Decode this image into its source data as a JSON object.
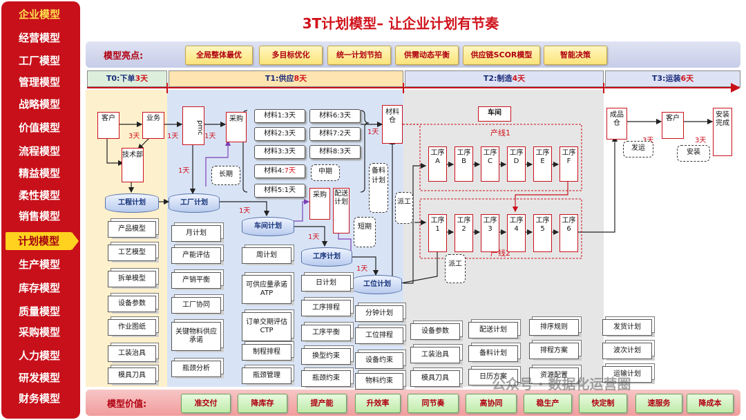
{
  "sidebar": {
    "items": [
      "企业模型",
      "经营模型",
      "工厂模型",
      "管理模型",
      "战略模型",
      "价值模型",
      "流程模型",
      "精益模型",
      "柔性模型",
      "销售模型",
      "计划模型",
      "生产模型",
      "库存模型",
      "质量模型",
      "采购模型",
      "人力模型",
      "研发模型",
      "财务模型"
    ],
    "active_index": 10
  },
  "title": "3T计划模型– 让企业计划有节奏",
  "highlights": {
    "label": "模型亮点:",
    "items": [
      "全局整体最优",
      "多目标优化",
      "统一计划节拍",
      "供需动态平衡",
      "供应链SCOR模型",
      "智能决策"
    ]
  },
  "value": {
    "label": "模型价值:",
    "items": [
      "准交付",
      "降库存",
      "提产能",
      "升效率",
      "同节奏",
      "高协同",
      "稳生产",
      "快定制",
      "速服务",
      "降成本"
    ]
  },
  "stages": [
    {
      "prefix": "T0:下单",
      "days": "3天"
    },
    {
      "prefix": "T1:供应",
      "days": "8天"
    },
    {
      "prefix": "T2:制造",
      "days": "4天"
    },
    {
      "prefix": "T3:运装",
      "days": "6天"
    }
  ],
  "flow": {
    "customer": "客户",
    "business": "业务",
    "pmc": "pmc",
    "purchase": "采购",
    "tech": "技术部",
    "material_store": "材料仓",
    "purchase2": "采购",
    "delivery_plan": "配送计划",
    "workshop": "车间",
    "line1": "产线1",
    "line2": "产线2",
    "line1_procs": [
      "工序A",
      "工序B",
      "工序C",
      "工序D",
      "工序E",
      "工序F"
    ],
    "line2_procs": [
      "工序1",
      "工序2",
      "工序3",
      "工序4",
      "工序5",
      "工序6"
    ],
    "finished_store": "成品仓",
    "customer2": "客户",
    "install_done": "安装完成",
    "day_labels": [
      "3天",
      "1天",
      "1天",
      "1天",
      "1天",
      "1天",
      "1天",
      "1天",
      "3天",
      "3天"
    ]
  },
  "materials": [
    {
      "name": "材料1:",
      "days": "3天"
    },
    {
      "name": "材料6:",
      "days": "3天"
    },
    {
      "name": "材料2:",
      "days": "3天"
    },
    {
      "name": "材料7:",
      "days": "2天"
    },
    {
      "name": "材料3:",
      "days": "3天"
    },
    {
      "name": "材料8:",
      "days": "3天"
    },
    {
      "name": "材料4:",
      "days": "7天"
    },
    {
      "name": "材料5:",
      "days": "1天"
    }
  ],
  "callouts": {
    "long": "长期",
    "mid": "中期",
    "short": "短期",
    "stock_plan": "备料计划",
    "dispatch1": "派工",
    "dispatch2": "派工",
    "ship": "发运",
    "install": "安装"
  },
  "plans": {
    "engineering": "工程计划",
    "factory": "工厂计划",
    "workshop": "车间计划",
    "process": "工序计划",
    "station": "工位计划"
  },
  "col_t0": [
    "产品模型",
    "工艺模型",
    "拆单模型",
    "设备参数",
    "作业图纸",
    "工装治具",
    "模具刀具"
  ],
  "col_factory": [
    "月计划",
    "产能评估",
    "产销平衡",
    "工厂协同",
    "关键物料供应承诺",
    "瓶颈分析"
  ],
  "col_workshop": [
    "周计划",
    "可供应量承诺ATP",
    "订单交期评估CTP",
    "制程排程",
    "瓶颈管理"
  ],
  "col_process": [
    "日计划",
    "工序排程",
    "工序平衡",
    "换型约束",
    "瓶颈约束"
  ],
  "col_station": [
    "分钟计划",
    "工位排程",
    "设备约束",
    "物料约束"
  ],
  "col_t2a": [
    "设备参数",
    "工装治具",
    "模具刀具"
  ],
  "col_t2b": [
    "配送计划",
    "备料计划",
    "日历方案"
  ],
  "col_t2c": [
    "排序规则",
    "排程方案",
    "资源配置"
  ],
  "col_t3": [
    "发货计划",
    "波次计划",
    "运输计划"
  ],
  "watermark": "公众号 · 数据化运营圈",
  "colors": {
    "brand_red": "#c8101a",
    "t0_bg": "#fdf0cc",
    "t1_bg": "#d8e4f6",
    "t2_bg": "#e6e6e6",
    "title_red": "#d0121b"
  }
}
